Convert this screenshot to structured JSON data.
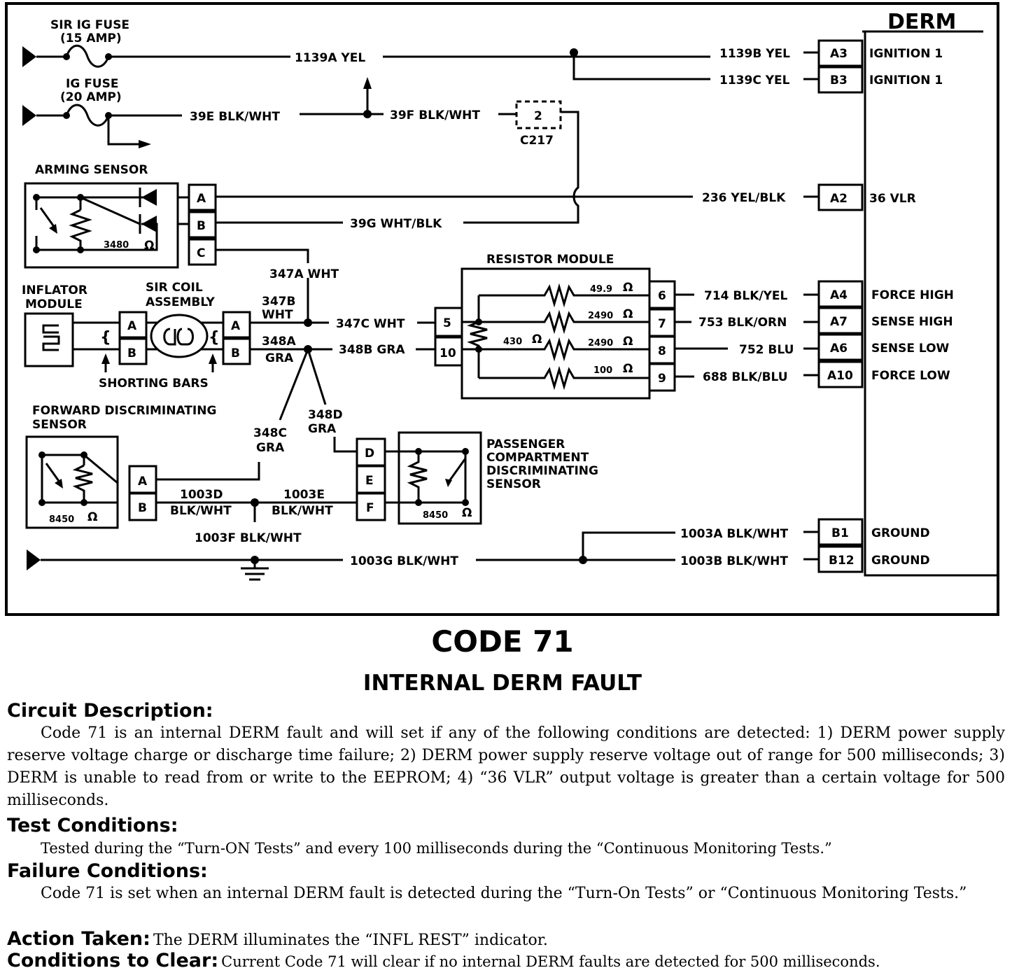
{
  "diagram": {
    "derm_title": "DERM",
    "sources": {
      "sir_ig_fuse": [
        "SIR IG FUSE",
        "(15 AMP)"
      ],
      "ig_fuse": [
        "IG FUSE",
        "(20 AMP)"
      ]
    },
    "wires": {
      "w1139a": "1139A YEL",
      "w1139b": "1139B YEL",
      "w1139c": "1139C YEL",
      "w39e": "39E BLK/WHT",
      "w39f": "39F BLK/WHT",
      "w236": "236 YEL/BLK",
      "w39g": "39G WHT/BLK",
      "w347a": "347A WHT",
      "w347b": [
        "347B",
        "WHT"
      ],
      "w347c": "347C WHT",
      "w348a": [
        "348A",
        "GRA"
      ],
      "w348b": "348B GRA",
      "w348c": [
        "348C",
        "GRA"
      ],
      "w348d": [
        "348D",
        "GRA"
      ],
      "w714": "714 BLK/YEL",
      "w753": "753 BLK/ORN",
      "w752": "752 BLU",
      "w688": "688 BLK/BLU",
      "w1003d": [
        "1003D",
        "BLK/WHT"
      ],
      "w1003e": [
        "1003E",
        "BLK/WHT"
      ],
      "w1003f": "1003F BLK/WHT",
      "w1003g": "1003G BLK/WHT",
      "w1003a": "1003A BLK/WHT",
      "w1003b": "1003B BLK/WHT"
    },
    "connector_c217": {
      "pin": "2",
      "name": "C217"
    },
    "derm_pins": [
      {
        "pin": "A3",
        "func": "IGNITION 1"
      },
      {
        "pin": "B3",
        "func": "IGNITION 1"
      },
      {
        "pin": "A2",
        "func": "36 VLR"
      },
      {
        "pin": "A4",
        "func": "FORCE HIGH"
      },
      {
        "pin": "A7",
        "func": "SENSE HIGH"
      },
      {
        "pin": "A6",
        "func": "SENSE LOW"
      },
      {
        "pin": "A10",
        "func": "FORCE LOW"
      },
      {
        "pin": "B1",
        "func": "GROUND"
      },
      {
        "pin": "B12",
        "func": "GROUND"
      }
    ],
    "arming_sensor": {
      "title": "ARMING SENSOR",
      "ohms": "3480",
      "omega": "Ω",
      "pins": [
        "A",
        "B",
        "C"
      ]
    },
    "inflator_module": {
      "title": [
        "INFLATOR",
        "MODULE"
      ],
      "pins": [
        "A",
        "B"
      ],
      "bar": "{"
    },
    "sir_coil": {
      "title": [
        "SIR COIL",
        "ASSEMBLY"
      ],
      "pins": [
        "A",
        "B"
      ],
      "bar": "{"
    },
    "shorting_bars": "SHORTING BARS",
    "resistor_module": {
      "title": "RESISTOR MODULE",
      "left_pins": [
        "5",
        "10"
      ],
      "right_pins": [
        "6",
        "7",
        "8",
        "9"
      ],
      "center": "430",
      "values": [
        "49.9",
        "2490",
        "2490",
        "100"
      ],
      "omega": "Ω"
    },
    "forward_sensor": {
      "title": [
        "FORWARD DISCRIMINATING",
        "SENSOR"
      ],
      "ohms": "8450",
      "omega": "Ω",
      "pins": [
        "A",
        "B"
      ]
    },
    "passenger_sensor": {
      "title": [
        "PASSENGER",
        "COMPARTMENT",
        "DISCRIMINATING",
        "SENSOR"
      ],
      "ohms": "8450",
      "omega": "Ω",
      "pins": [
        "D",
        "E",
        "F"
      ]
    }
  },
  "code_title": "CODE 71",
  "fault_title": "INTERNAL DERM FAULT",
  "circuit_description": {
    "heading": "Circuit Description:",
    "body": "Code 71 is an internal DERM fault and will set if any of the following conditions are detected:  1)  DERM power supply reserve voltage charge or discharge time failure;  2)  DERM power supply reserve voltage out of range for 500 milliseconds;  3)  DERM is unable to read from or write to the EEPROM;  4)  “36 VLR” output voltage is greater than a certain voltage for 500 milliseconds."
  },
  "test_conditions": {
    "heading": "Test Conditions:",
    "body": "Tested during the “Turn-ON Tests” and every 100 milliseconds during the “Continuous Monitoring Tests.”"
  },
  "failure_conditions": {
    "heading": "Failure Conditions:",
    "body": "Code 71 is set when an internal DERM fault is detected during the “Turn-On Tests” or “Continuous Monitoring Tests.”"
  },
  "action_taken": {
    "heading": "Action Taken:",
    "body": "The DERM illuminates the “INFL REST” indicator."
  },
  "conditions_to_clear": {
    "heading": "Conditions to Clear:",
    "body": "Current Code 71 will clear if no internal DERM faults are detected for 500 milliseconds."
  }
}
